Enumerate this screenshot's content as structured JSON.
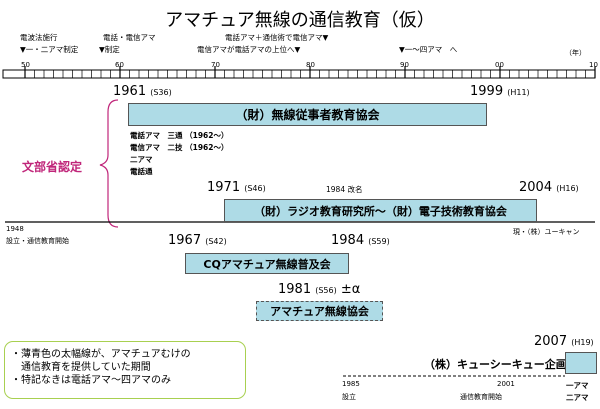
{
  "title": "アマチュア無線の通信教育（仮）",
  "events_top": [
    "電波法施行",
    "▼一・二アマ制定",
    "電話・電信アマ",
    "▼制定",
    "電話アマ＋通信術で電信アマ▼",
    "電信アマが電話アマの上位へ▼",
    "▼一～四アマ　へ"
  ],
  "timeline": {
    "labels": [
      "50",
      "60",
      "70",
      "80",
      "90",
      "00",
      "10"
    ],
    "unit": "（年）"
  },
  "bands": [
    {
      "name": "（財）無線従事者教育協会",
      "start": "1961",
      "start_era": "(S36)",
      "end": "1999",
      "end_era": "(H11)"
    },
    {
      "name": "（財）ラジオ教育研究所～（財）電子技術教育協会",
      "start": "1971",
      "start_era": "(S46)",
      "end": "2004",
      "end_era": "(H16)",
      "middle": "1984 改名",
      "founded": "1948",
      "founded_note": "設立・通信教育開始",
      "current": "現・（株）ユーキャン"
    },
    {
      "name": "CQアマチュア無線普及会",
      "start": "1967",
      "start_era": "(S42)",
      "end": "1984",
      "end_era": "(S59)"
    },
    {
      "name": "アマチュア無線協会",
      "start": "1981",
      "start_era": "(S56)",
      "start_suffix": "±α"
    },
    {
      "name": "（株）キューシーキュー企画",
      "start": "2007",
      "start_era": "(H19)",
      "events": [
        "1985",
        "設立",
        "2001",
        "通信教育開始"
      ],
      "courses": [
        "一アマ",
        "二アマ"
      ]
    }
  ],
  "courses_block1": [
    "電話アマ　三通 （1962～）",
    "電信アマ　二技 （1962～）",
    "二アマ",
    "電話通"
  ],
  "ministry": "文部省認定",
  "notes": [
    "・薄青色の太幅線が、アマチュアむけの",
    "　通信教育を提供していた期間",
    "・特記なきは電話アマ～四アマのみ"
  ],
  "colors": {
    "band": "#aedbe6",
    "ministry": "#c0267a",
    "note_border": "#a8d050"
  }
}
